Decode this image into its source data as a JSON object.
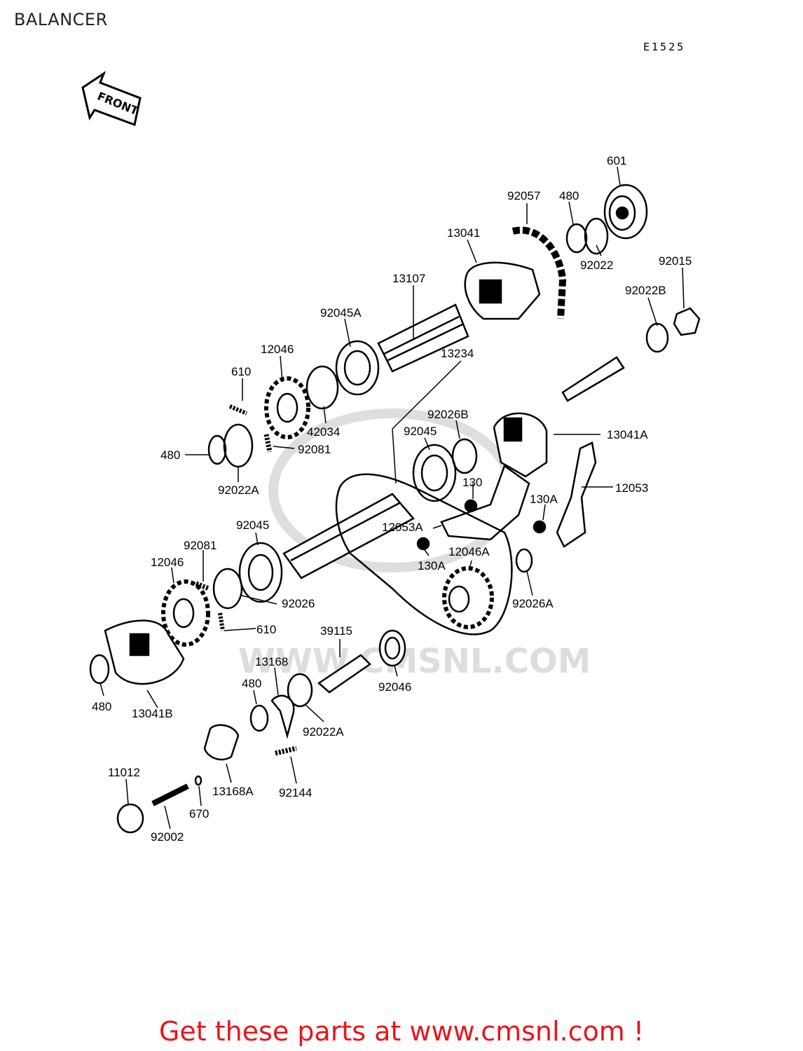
{
  "header": {
    "title": "BALANCER",
    "diagram_code": "E1525"
  },
  "front_arrow": {
    "label": "FRONT"
  },
  "watermark": {
    "text": "WWW.CMSNL.COM"
  },
  "parts": [
    "601",
    "92057",
    "480",
    "13041",
    "92022",
    "92015",
    "92022B",
    "13107",
    "92045A",
    "13234",
    "12046",
    "610",
    "42034",
    "92026B",
    "13041A",
    "92045",
    "480",
    "92081",
    "92022A",
    "130",
    "12053",
    "130A",
    "12053A",
    "92045",
    "12046A",
    "130A",
    "92081",
    "12046",
    "92026",
    "92026A",
    "610",
    "39115",
    "13168",
    "480",
    "92046",
    "480",
    "13041B",
    "92022A",
    "11012",
    "13168A",
    "92144",
    "670",
    "92002"
  ],
  "footer": {
    "text": "Get these parts at www.cmsnl.com !"
  }
}
